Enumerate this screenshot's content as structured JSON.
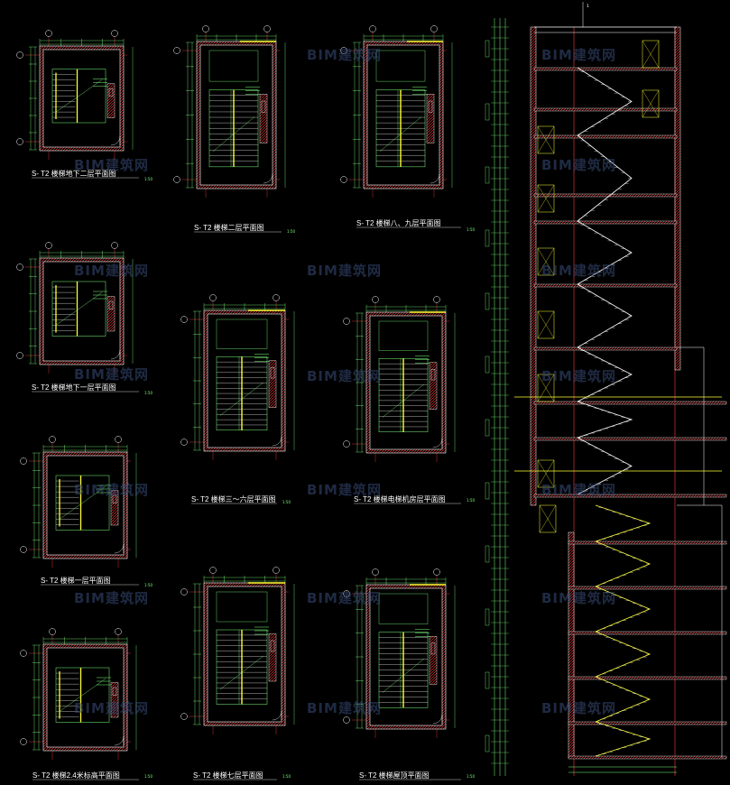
{
  "drawing": {
    "watermark": "BIM建筑网",
    "section_top_label": "1",
    "plans": [
      {
        "id": "p1",
        "title": "S- T2 楼梯地下二层平面图",
        "scale": "1:50"
      },
      {
        "id": "p2",
        "title": "S- T2 楼梯二层平面图",
        "scale": "1:50"
      },
      {
        "id": "p3",
        "title": "S- T2 楼梯八、九层平面图",
        "scale": "1:50"
      },
      {
        "id": "p4",
        "title": "S- T2 楼梯地下一层平面图",
        "scale": "1:50"
      },
      {
        "id": "p5",
        "title": "S- T2 楼梯三～六层平面图",
        "scale": "1:50"
      },
      {
        "id": "p6",
        "title": "S- T2 楼梯电梯机房层平面图",
        "scale": "1:50"
      },
      {
        "id": "p7",
        "title": "S- T2 楼梯一层平面图",
        "scale": "1:50"
      },
      {
        "id": "p8",
        "title": "S- T2 楼梯2.4米标高平面图",
        "scale": "1:50"
      },
      {
        "id": "p9",
        "title": "S- T2 楼梯七层平面图",
        "scale": "1:50"
      },
      {
        "id": "p10",
        "title": "S- T2 楼梯屋顶平面图",
        "scale": "1:50"
      }
    ],
    "colors": {
      "background": "#000000",
      "wall": "#ffffff",
      "stair": "#7dff7d",
      "highlight": "#ffff33",
      "axis": "#ff3b3b",
      "watermark": "#3a4e7a"
    }
  }
}
